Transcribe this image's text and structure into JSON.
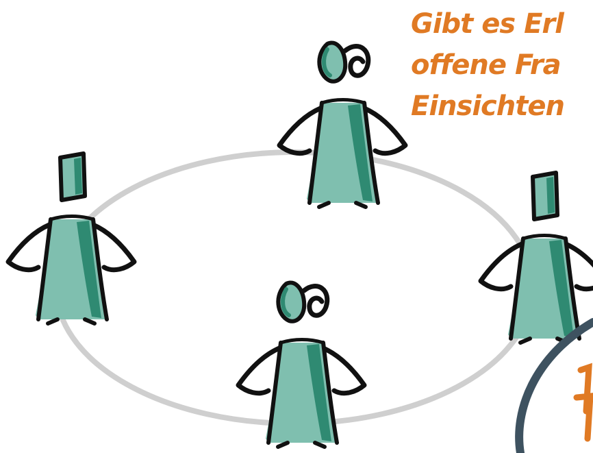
{
  "caption": {
    "lines": [
      "Gibt es Erl",
      "offene Fra",
      "Einsichten"
    ],
    "color": "#E07A24"
  },
  "colors": {
    "figure_fill": "#7FBFAF",
    "figure_shade": "#2F8A72",
    "outline": "#111111",
    "ring": "#CFCFCF",
    "bubble": "#3E5260",
    "bubble_text": "#E07A24"
  },
  "figures": [
    {
      "id": "figure-left",
      "hair": "short"
    },
    {
      "id": "figure-top",
      "hair": "bun"
    },
    {
      "id": "figure-right",
      "hair": "short"
    },
    {
      "id": "figure-bottom",
      "hair": "bun"
    }
  ]
}
